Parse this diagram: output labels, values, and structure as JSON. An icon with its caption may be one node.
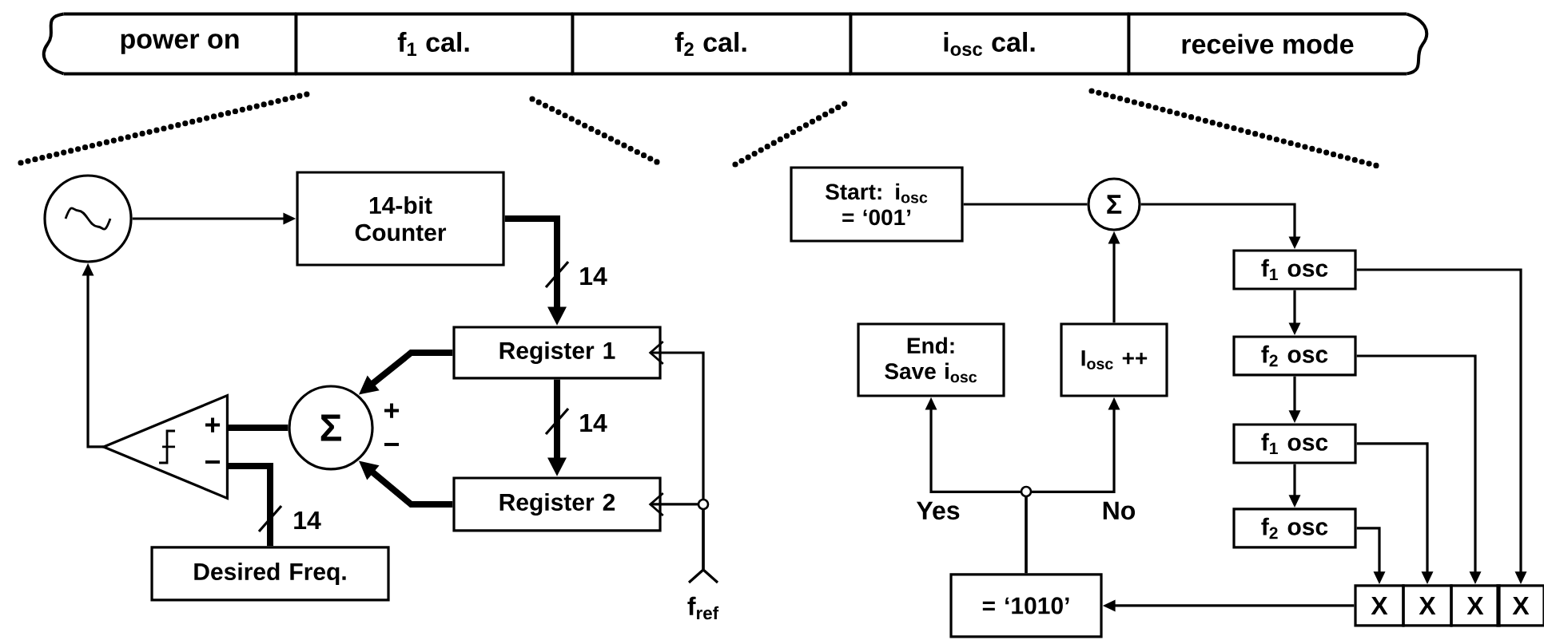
{
  "diagram": {
    "nodes": [
      {
        "text": [
          "power on"
        ]
      },
      {
        "text": [
          "f$_{1}$ cal."
        ]
      },
      {
        "text": [
          "f$_{2}$ cal."
        ]
      },
      {
        "text": [
          "i$_{osc}$ cal."
        ]
      },
      {
        "text": [
          "receive mode"
        ]
      },
      {
        "text": [],
        "shape": "circle"
      },
      {
        "text": [
          "14-bit Counter"
        ]
      },
      {
        "text": [
          "Register 1"
        ]
      },
      {
        "text": [
          "Register 2"
        ]
      },
      {
        "text": [
          "Σ"
        ]
      },
      {
        "text": [],
        "shape": "triangle"
      },
      {
        "text": [
          "Desired Freq."
        ]
      },
      {
        "text": [
          "f$_{ref}$"
        ]
      },
      {
        "text": [
          "Start: i$_{osc}$ = ‘001’"
        ]
      },
      {
        "text": [
          "Σ"
        ]
      },
      {
        "text": [
          "End: Save i$_{osc}$"
        ]
      },
      {
        "text": [
          "I$_{osc}$ ++"
        ]
      },
      {
        "text": [
          "f$_{1}$ osc"
        ]
      },
      {
        "text": [
          "f$_{2}$ osc"
        ]
      },
      {
        "text": [
          "f$_{1}$ osc"
        ]
      },
      {
        "text": [
          "f$_{2}$ osc"
        ]
      },
      {
        "text": [
          "= ‘1010’"
        ]
      },
      {
        "text": [
          "X"
        ]
      },
      {
        "text": [
          "X"
        ]
      },
      {
        "text": [
          "X"
        ]
      },
      {
        "text": [
          "X"
        ]
      }
    ],
    "edges": [
      {
        "from": 5,
        "to": 6,
        "arrow": "to"
      },
      {
        "from": 6,
        "to": 7,
        "arrow": "to",
        "style": "thick",
        "label": "14"
      },
      {
        "from": 7,
        "to": 8,
        "arrow": "to",
        "style": "thick",
        "label": "14"
      },
      {
        "from": 7,
        "to": 9,
        "arrow": "to",
        "style": "thick"
      },
      {
        "from": 8,
        "to": 9,
        "arrow": "to",
        "style": "thick"
      },
      {
        "from": 9,
        "to": 10,
        "arrow": "none",
        "style": "thick"
      },
      {
        "from": 11,
        "to": 10,
        "arrow": "none",
        "style": "thick",
        "label": "14"
      },
      {
        "from": 10,
        "to": 5,
        "arrow": "to"
      },
      {
        "from": 12,
        "to": 7,
        "arrow": "to"
      },
      {
        "from": 12,
        "to": 8,
        "arrow": "to"
      },
      {
        "from": 13,
        "to": 14,
        "arrow": "none"
      },
      {
        "from": 16,
        "to": 14,
        "arrow": "to"
      },
      {
        "from": 14,
        "to": 17,
        "arrow": "to"
      },
      {
        "from": 17,
        "to": 18,
        "arrow": "to"
      },
      {
        "from": 18,
        "to": 19,
        "arrow": "to"
      },
      {
        "from": 19,
        "to": 20,
        "arrow": "to"
      },
      {
        "from": 17,
        "to": 25,
        "arrow": "to"
      },
      {
        "from": 18,
        "to": 24,
        "arrow": "to"
      },
      {
        "from": 19,
        "to": 23,
        "arrow": "to"
      },
      {
        "from": 20,
        "to": 22,
        "arrow": "to"
      },
      {
        "from": 22,
        "to": 21,
        "arrow": "to"
      },
      {
        "from": 21,
        "to": 15,
        "arrow": "to",
        "label": "Yes"
      },
      {
        "from": 21,
        "to": 16,
        "arrow": "to",
        "label": "No"
      }
    ],
    "labels": [
      "+",
      "+",
      "−",
      "−"
    ]
  }
}
